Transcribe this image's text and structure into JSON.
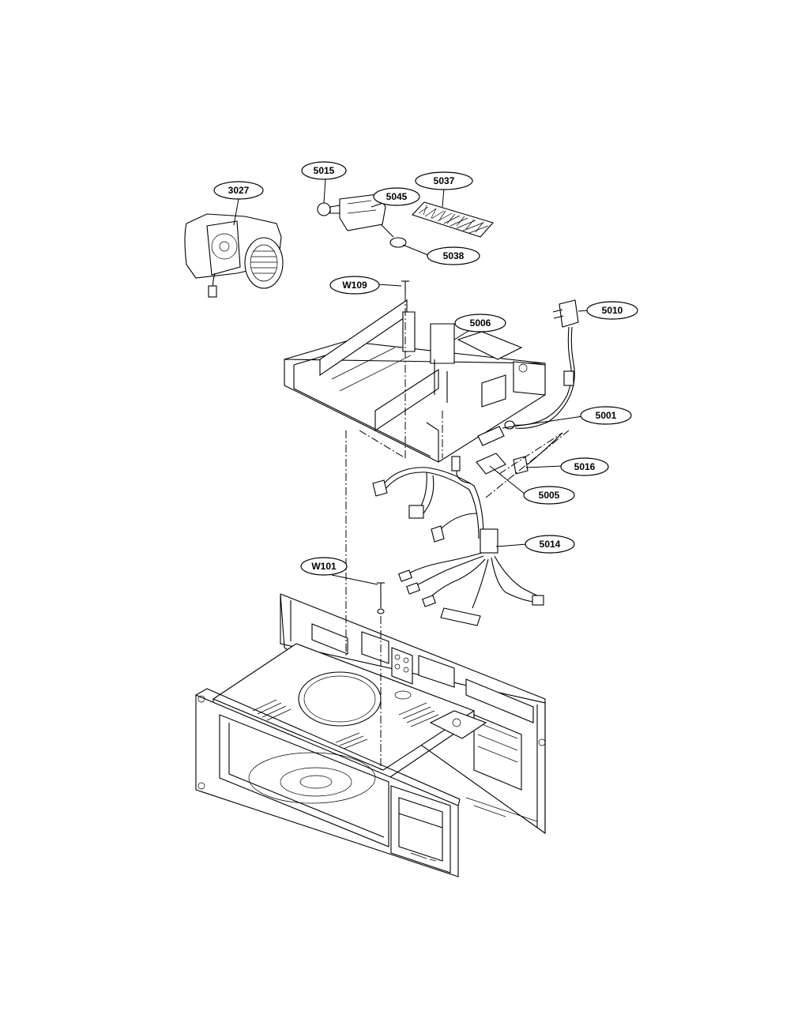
{
  "labels": {
    "p3027": "3027",
    "p5015": "5015",
    "p5045": "5045",
    "p5037": "5037",
    "p5038": "5038",
    "pW109": "W109",
    "p5006": "5006",
    "p5010": "5010",
    "p5001": "5001",
    "p5016": "5016",
    "p5005": "5005",
    "p5014": "5014",
    "pW101": "W101"
  }
}
